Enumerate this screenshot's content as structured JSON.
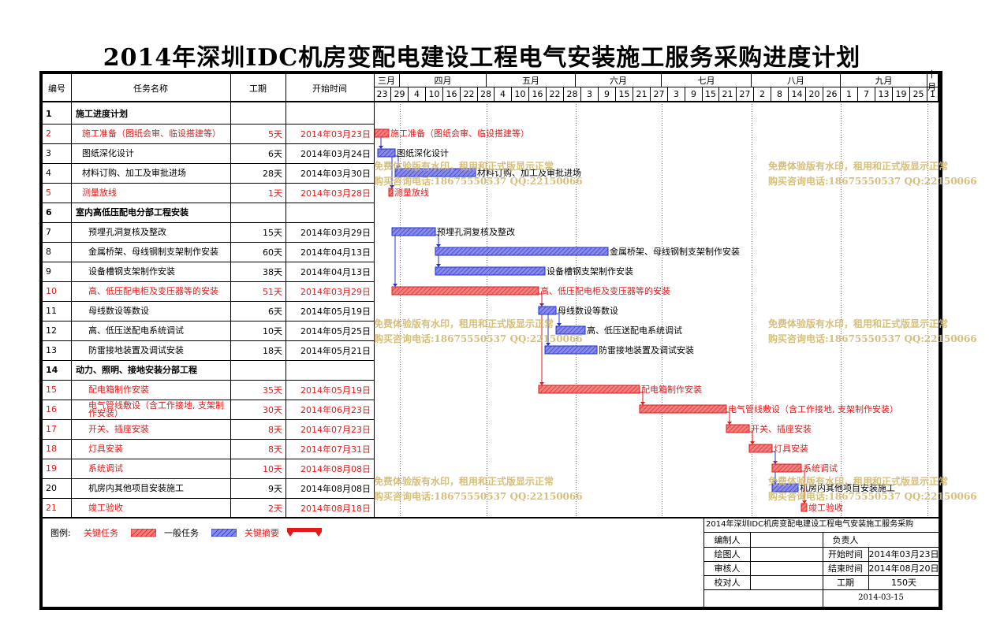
{
  "title": "2014年深圳IDC机房变配电建设工程电气安装施工服务采购进度计划",
  "columns": {
    "num": "编号",
    "name": "任务名称",
    "duration": "工期",
    "start": "开始时间"
  },
  "months": [
    "三月",
    "四月",
    "五月",
    "六月",
    "七月",
    "八月",
    "九月",
    "十月"
  ],
  "days": [
    "23",
    "29",
    "4",
    "10",
    "16",
    "22",
    "28",
    "4",
    "10",
    "16",
    "22",
    "28",
    "3",
    "9",
    "15",
    "21",
    "27",
    "3",
    "9",
    "15",
    "21",
    "27",
    "2",
    "8",
    "14",
    "20",
    "26",
    "1",
    "7",
    "13",
    "19",
    "25",
    "1"
  ],
  "tasks": [
    {
      "num": "1",
      "name": "施工进度计划",
      "duration": "",
      "start": "",
      "type": "group",
      "bar_start": null,
      "bar_days": null,
      "label": ""
    },
    {
      "num": "2",
      "name": "施工准备（图纸会审、临设搭建等）",
      "duration": "5天",
      "start": "2014年03月23日",
      "type": "critical",
      "bar_start": 0,
      "bar_days": 5,
      "label": "施工准备（图纸会审、临设搭建等）"
    },
    {
      "num": "3",
      "name": "图纸深化设计",
      "duration": "6天",
      "start": "2014年03月24日",
      "type": "normal",
      "bar_start": 1,
      "bar_days": 6,
      "label": "图纸深化设计"
    },
    {
      "num": "4",
      "name": "材料订购、加工及审批进场",
      "duration": "28天",
      "start": "2014年03月30日",
      "type": "normal",
      "bar_start": 7,
      "bar_days": 28,
      "label": "材料订购、加工及审批进场"
    },
    {
      "num": "5",
      "name": "测量放线",
      "duration": "1天",
      "start": "2014年03月28日",
      "type": "critical",
      "bar_start": 5,
      "bar_days": 1,
      "label": "测量放线"
    },
    {
      "num": "6",
      "name": "室内高低压配电分部工程安装",
      "duration": "",
      "start": "",
      "type": "group",
      "bar_start": null,
      "bar_days": null,
      "label": ""
    },
    {
      "num": "7",
      "name": "预埋孔洞复核及整改",
      "duration": "15天",
      "start": "2014年03月29日",
      "type": "normal",
      "bar_start": 6,
      "bar_days": 15,
      "label": "预埋孔洞复核及整改"
    },
    {
      "num": "8",
      "name": "金属桥架、母线钢制支架制作安装",
      "duration": "60天",
      "start": "2014年04月13日",
      "type": "normal",
      "bar_start": 21,
      "bar_days": 60,
      "label": "金属桥架、母线钢制支架制作安装"
    },
    {
      "num": "9",
      "name": "设备槽钢支架制作安装",
      "duration": "38天",
      "start": "2014年04月13日",
      "type": "normal",
      "bar_start": 21,
      "bar_days": 38,
      "label": "设备槽钢支架制作安装"
    },
    {
      "num": "10",
      "name": "高、低压配电柜及变压器等的安装",
      "duration": "51天",
      "start": "2014年03月29日",
      "type": "critical",
      "bar_start": 6,
      "bar_days": 51,
      "label": "高、低压配电柜及变压器等的安装"
    },
    {
      "num": "11",
      "name": "母线数设等数设",
      "duration": "6天",
      "start": "2014年05月19日",
      "type": "normal",
      "bar_start": 57,
      "bar_days": 6,
      "label": "母线数设等数设"
    },
    {
      "num": "12",
      "name": "高、低压送配电系统调试",
      "duration": "10天",
      "start": "2014年05月25日",
      "type": "normal",
      "bar_start": 63,
      "bar_days": 10,
      "label": "高、低压送配电系统调试"
    },
    {
      "num": "13",
      "name": "防雷接地装置及调试安装",
      "duration": "18天",
      "start": "2014年05月21日",
      "type": "normal",
      "bar_start": 59,
      "bar_days": 18,
      "label": "防雷接地装置及调试安装"
    },
    {
      "num": "14",
      "name": "动力、照明、接地安装分部工程",
      "duration": "",
      "start": "",
      "type": "group",
      "bar_start": null,
      "bar_days": null,
      "label": ""
    },
    {
      "num": "15",
      "name": "配电箱制作安装",
      "duration": "35天",
      "start": "2014年05月19日",
      "type": "critical",
      "bar_start": 57,
      "bar_days": 35,
      "label": "配电箱制作安装"
    },
    {
      "num": "16",
      "name": "电气管线敷设（含工作接地, 支架制作安装）",
      "duration": "30天",
      "start": "2014年06月23日",
      "type": "critical",
      "bar_start": 92,
      "bar_days": 30,
      "label": "电气管线敷设（含工作接地, 支架制作安装）"
    },
    {
      "num": "17",
      "name": "开关、插座安装",
      "duration": "8天",
      "start": "2014年07月23日",
      "type": "critical",
      "bar_start": 122,
      "bar_days": 8,
      "label": "开关、插座安装"
    },
    {
      "num": "18",
      "name": "灯具安装",
      "duration": "8天",
      "start": "2014年07月31日",
      "type": "critical",
      "bar_start": 130,
      "bar_days": 8,
      "label": "灯具安装"
    },
    {
      "num": "19",
      "name": "系统调试",
      "duration": "10天",
      "start": "2014年08月08日",
      "type": "critical",
      "bar_start": 138,
      "bar_days": 10,
      "label": "系统调试"
    },
    {
      "num": "20",
      "name": "机房内其他项目安装施工",
      "duration": "9天",
      "start": "2014年08月08日",
      "type": "normal",
      "bar_start": 138,
      "bar_days": 9,
      "label": "机房内其他项目安装施工"
    },
    {
      "num": "21",
      "name": "竣工验收",
      "duration": "2天",
      "start": "2014年08月18日",
      "type": "critical",
      "bar_start": 148,
      "bar_days": 2,
      "label": "竣工验收"
    }
  ],
  "watermark": {
    "line1": "免费体验版有水印，租用和正式版显示正常",
    "line2": "购买咨询电话:18675550537 QQ:22150066"
  },
  "legend": {
    "label": "图例:",
    "critical": "关键任务",
    "normal": "一般任务",
    "summary": "关键摘要"
  },
  "info": {
    "title": "2014年深圳IDC机房变配电建设工程电气安装施工服务采购",
    "editor_label": "编制人",
    "owner_label": "负责人",
    "drawer_label": "绘图人",
    "start_label": "开始时间",
    "start_value": "2014年03月23日",
    "reviewer_label": "审核人",
    "end_label": "结束时间",
    "end_value": "2014年08月20日",
    "checker_label": "校对人",
    "duration_label": "工期",
    "duration_value": "150天",
    "date": "2014-03-15"
  },
  "colors": {
    "critical": "#e21a1a",
    "normal": "#2233cc",
    "critical_fill": "#f08080",
    "normal_fill": "#8a8ae8",
    "watermark": "#d2b96d"
  }
}
